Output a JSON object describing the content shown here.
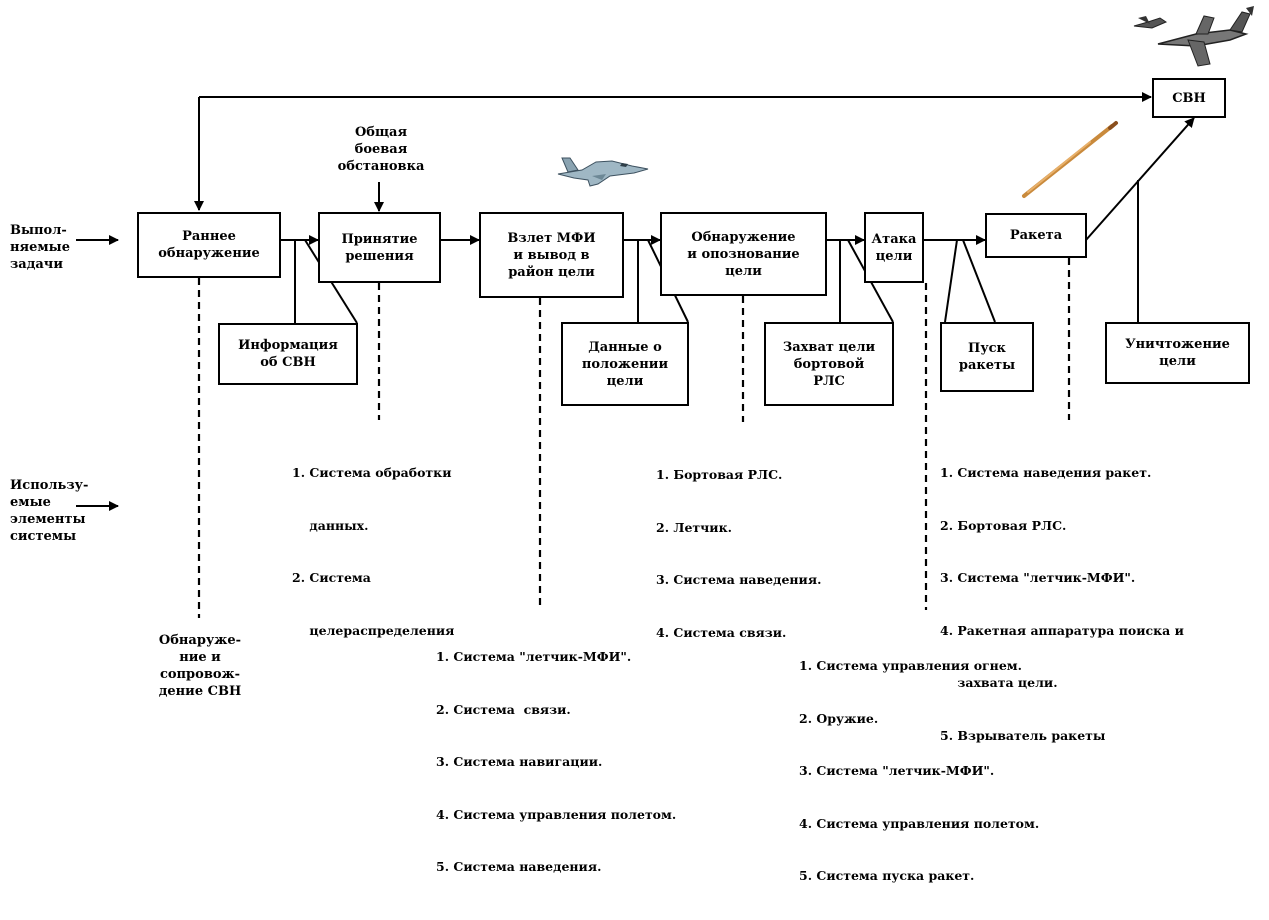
{
  "left_labels": {
    "tasks": [
      "Выпол-",
      "няемые",
      "задачи"
    ],
    "elements": [
      "Использу-",
      "емые",
      "элементы",
      "системы"
    ]
  },
  "svn_box": [
    "СВН"
  ],
  "general_situation": [
    "Общая",
    "боевая",
    "обстановка"
  ],
  "main_boxes": {
    "early_detection": [
      "Раннее",
      "обнаружение"
    ],
    "decision": [
      "Принятие",
      "решения"
    ],
    "takeoff": [
      "Взлет МФИ",
      "и вывод в",
      "район цели"
    ],
    "detection": [
      "Обнаружение",
      "и опознование",
      "цели"
    ],
    "attack": [
      "Атака",
      "цели"
    ],
    "missile": [
      "Ракета"
    ]
  },
  "sub_boxes": {
    "svn_info": [
      "Информация",
      "об СВН"
    ],
    "target_position": [
      "Данные о",
      "положении",
      "цели"
    ],
    "target_capture": [
      "Захват  цели",
      "бортовой",
      "РЛС"
    ],
    "missile_launch": [
      "Пуск",
      "ракеты"
    ],
    "target_destroy": [
      "Уничтожение",
      "цели"
    ]
  },
  "element_lists": {
    "decision": [
      "1. Система обработки",
      "    данных.",
      "2. Система",
      "    целераспределения"
    ],
    "detection": [
      "1. Бортовая РЛС.",
      "2. Летчик.",
      "3. Система наведения.",
      "4. Система связи."
    ],
    "missile": [
      "1. Система наведения ракет.",
      "2. Бортовая РЛС.",
      "3. Система \"летчик-МФИ\".",
      "4. Ракетная аппаратура поиска и",
      "    захвата цели.",
      "5. Взрыватель ракеты"
    ],
    "early_detection": [
      "Обнаруже-",
      "ние и",
      "сопровож-",
      "дение СВН"
    ],
    "takeoff": [
      "1. Система \"летчик-МФИ\".",
      "2. Система  связи.",
      "3. Система навигации.",
      "4. Система управления полетом.",
      "5. Система наведения."
    ],
    "attack": [
      "1. Система управления огнем.",
      "2. Оружие.",
      "3. Система \"летчик-МФИ\".",
      "4. Система управления полетом.",
      "5. Система пуска ракет."
    ]
  },
  "pictures": {
    "fighter": "fighter-jet-icon",
    "missile_trail": "missile-trail-icon",
    "enemy_aircraft": "enemy-aircraft-icon"
  }
}
